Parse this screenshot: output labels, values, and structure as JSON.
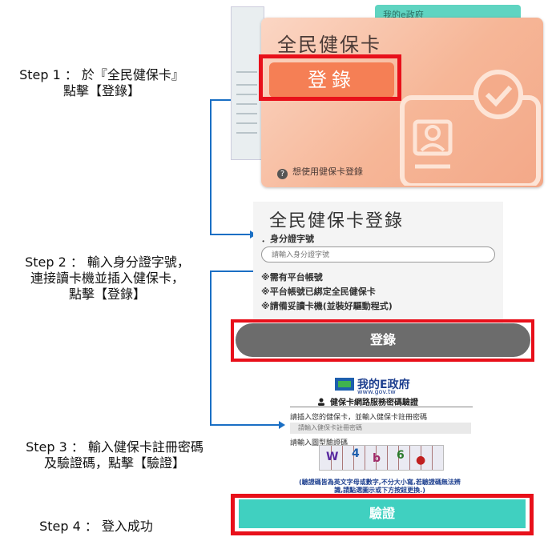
{
  "steps": [
    {
      "line1": "Step 1 ： 於『全民健保卡』",
      "line2": "點擊【登錄】"
    },
    {
      "line1": "Step 2 ： 輸入身分證字號，",
      "line2": "連接讀卡機並插入健保卡，",
      "line3": "點擊【登錄】"
    },
    {
      "line1": "Step 3 ： 輸入健保卡註冊密碼",
      "line2": "及驗證碼，點擊【驗證】"
    },
    {
      "line1": "Step 4 ： 登入成功"
    }
  ],
  "panel1": {
    "bg_card_label": "我的e政府",
    "card_title": "全民健保卡",
    "login_button": "登錄",
    "help_icon": "?",
    "help_text": "想使用健保卡登錄"
  },
  "panel2": {
    "title": "全民健保卡登錄",
    "id_label": "．身分證字號",
    "id_placeholder": "請輸入身分證字號",
    "notes": [
      "※需有平台帳號",
      "※平台帳號已綁定全民健保卡",
      "※請備妥讀卡機(並裝好驅動程式)"
    ],
    "login_button": "登錄"
  },
  "panel3": {
    "brand": "我的E政府",
    "url": "www.gov.tw",
    "heading": "健保卡網路服務密碼驗證",
    "pin_label": "請插入您的健保卡，並輸入健保卡註冊密碼",
    "pin_placeholder": "請輸入健保卡註冊密碼",
    "captcha_label": "請輸入圖型驗證碼",
    "warning": "(驗證碼皆為英文字母或數字,不分大小寫,若驗證碼無法辨識,請點選圖示或下方按鈕更換.)",
    "verify_button": "驗證"
  },
  "colors": {
    "highlight_red": "#e8101a",
    "connector_blue": "#1a6fc4",
    "card_orange": "#f57f55",
    "verify_teal": "#40d0c0"
  }
}
